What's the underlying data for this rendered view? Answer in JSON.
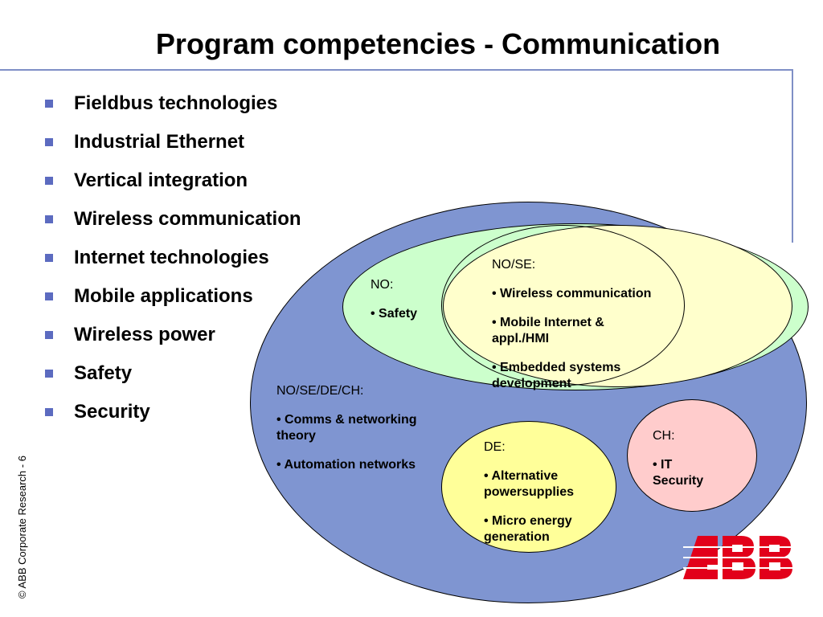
{
  "title": "Program competencies - Communication",
  "copyright": "© ABB Corporate Research - 6",
  "bullets": [
    "Fieldbus technologies",
    "Industrial Ethernet",
    "Vertical integration",
    "Wireless communication",
    "Internet technologies",
    "Mobile applications",
    "Wireless power",
    "Safety",
    "Security"
  ],
  "diagram": {
    "no": {
      "head": "NO:",
      "items": [
        "• Safety"
      ]
    },
    "nose": {
      "head": "NO/SE:",
      "items": [
        "• Wireless communication",
        "• Mobile Internet & appl./HMI",
        "• Embedded systems development"
      ]
    },
    "nosedech": {
      "head": "NO/SE/DE/CH:",
      "items": [
        "• Comms & networking theory",
        "• Automation networks"
      ]
    },
    "de": {
      "head": "DE:",
      "items": [
        "• Alternative powersupplies",
        "• Micro energy generation"
      ]
    },
    "ch": {
      "head": "CH:",
      "items": [
        "• IT Security"
      ]
    }
  },
  "logo": {
    "text": "ABB",
    "color": "#e2001a"
  },
  "colors": {
    "outer_ellipse": "#7f95d1",
    "no_ellipse": "#ccffcc",
    "se_ellipse": "#ffffcc",
    "de_ellipse": "#ffff99",
    "ch_ellipse": "#ffcccc",
    "bullet": "#5c6bc0",
    "rule": "#7f8fc6"
  }
}
